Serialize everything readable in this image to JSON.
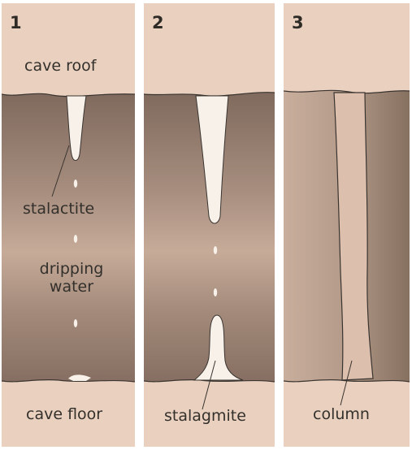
{
  "panels": [
    {
      "number": "1",
      "labels": {
        "roof": "cave roof",
        "stalactite": "stalactite",
        "dripping_line1": "dripping",
        "dripping_line2": "water",
        "floor": "cave floor"
      }
    },
    {
      "number": "2",
      "labels": {
        "stalagmite": "stalagmite"
      }
    },
    {
      "number": "3",
      "labels": {
        "column": "column"
      }
    }
  ],
  "colors": {
    "rock": "#ead1bf",
    "cave_dark": "#8b7669",
    "cave_light": "#c8ad9b",
    "formation": "#f7f1ea",
    "outline": "#3a3430"
  }
}
